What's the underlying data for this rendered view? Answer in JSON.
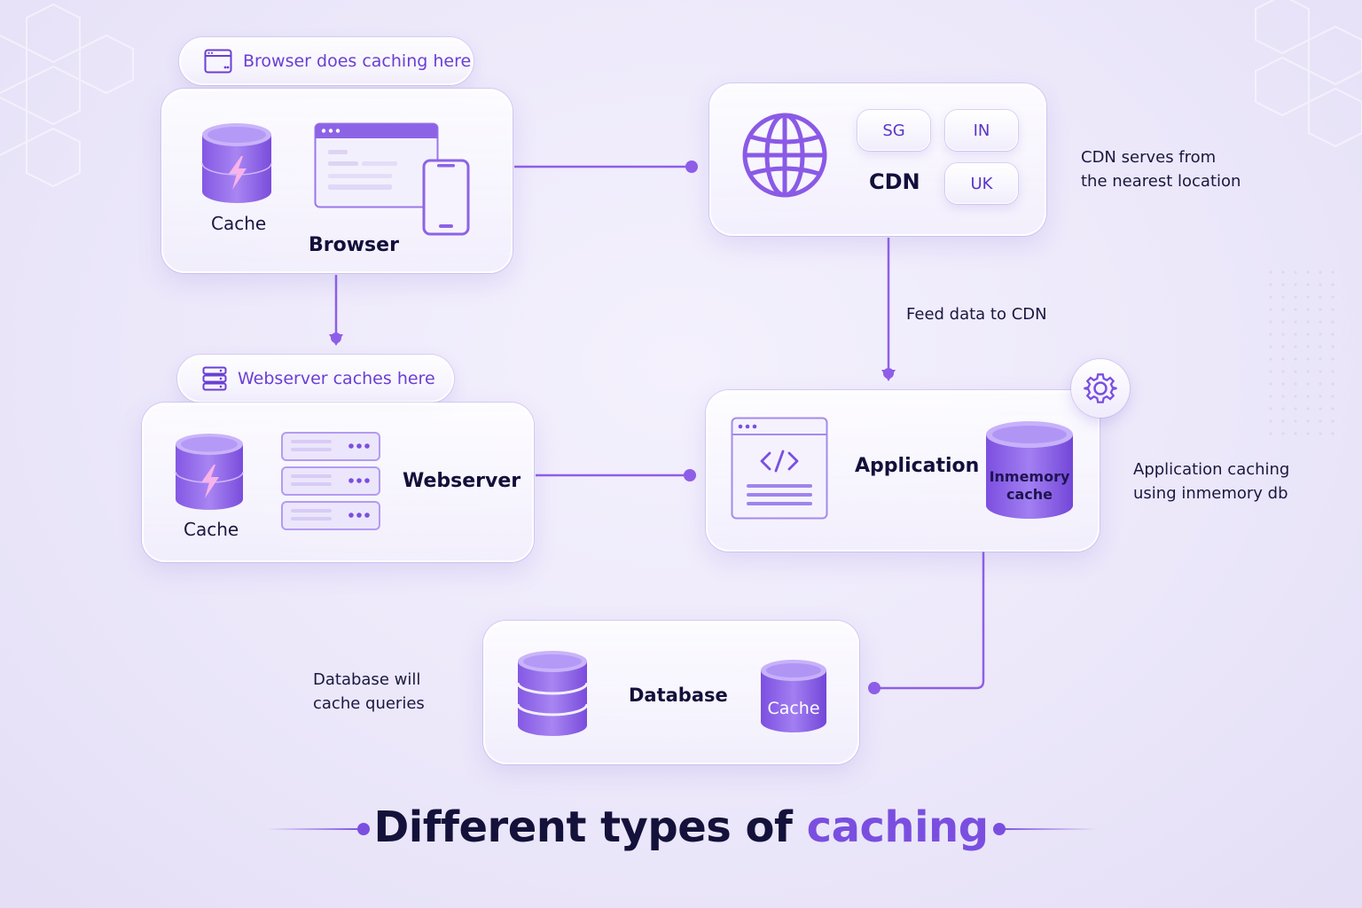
{
  "browser": {
    "tag": "Browser does caching here",
    "cache_label": "Cache",
    "title": "Browser"
  },
  "cdn": {
    "title": "CDN",
    "regions": [
      "SG",
      "IN",
      "UK"
    ],
    "note_line1": "CDN serves from",
    "note_line2": "the nearest location"
  },
  "webserver": {
    "tag": "Webserver caches here",
    "cache_label": "Cache",
    "title": "Webserver"
  },
  "application": {
    "title": "Application",
    "cache_line1": "Inmemory",
    "cache_line2": "cache",
    "note_line1": "Application caching",
    "note_line2": "using inmemory db"
  },
  "feed_label": "Feed data to CDN",
  "database": {
    "title": "Database",
    "cache_label": "Cache",
    "note_line1": "Database will",
    "note_line2": "cache queries"
  },
  "footer": {
    "title_main": "Different types of ",
    "title_accent": "caching"
  },
  "colors": {
    "accent": "#7a4fe0",
    "line": "#8f5ee8",
    "dark_text": "#14123a"
  },
  "icons": [
    "browser-window-icon",
    "server-stack-icon",
    "globe-icon",
    "gear-icon",
    "code-window-icon",
    "database-icon",
    "phone-icon"
  ]
}
